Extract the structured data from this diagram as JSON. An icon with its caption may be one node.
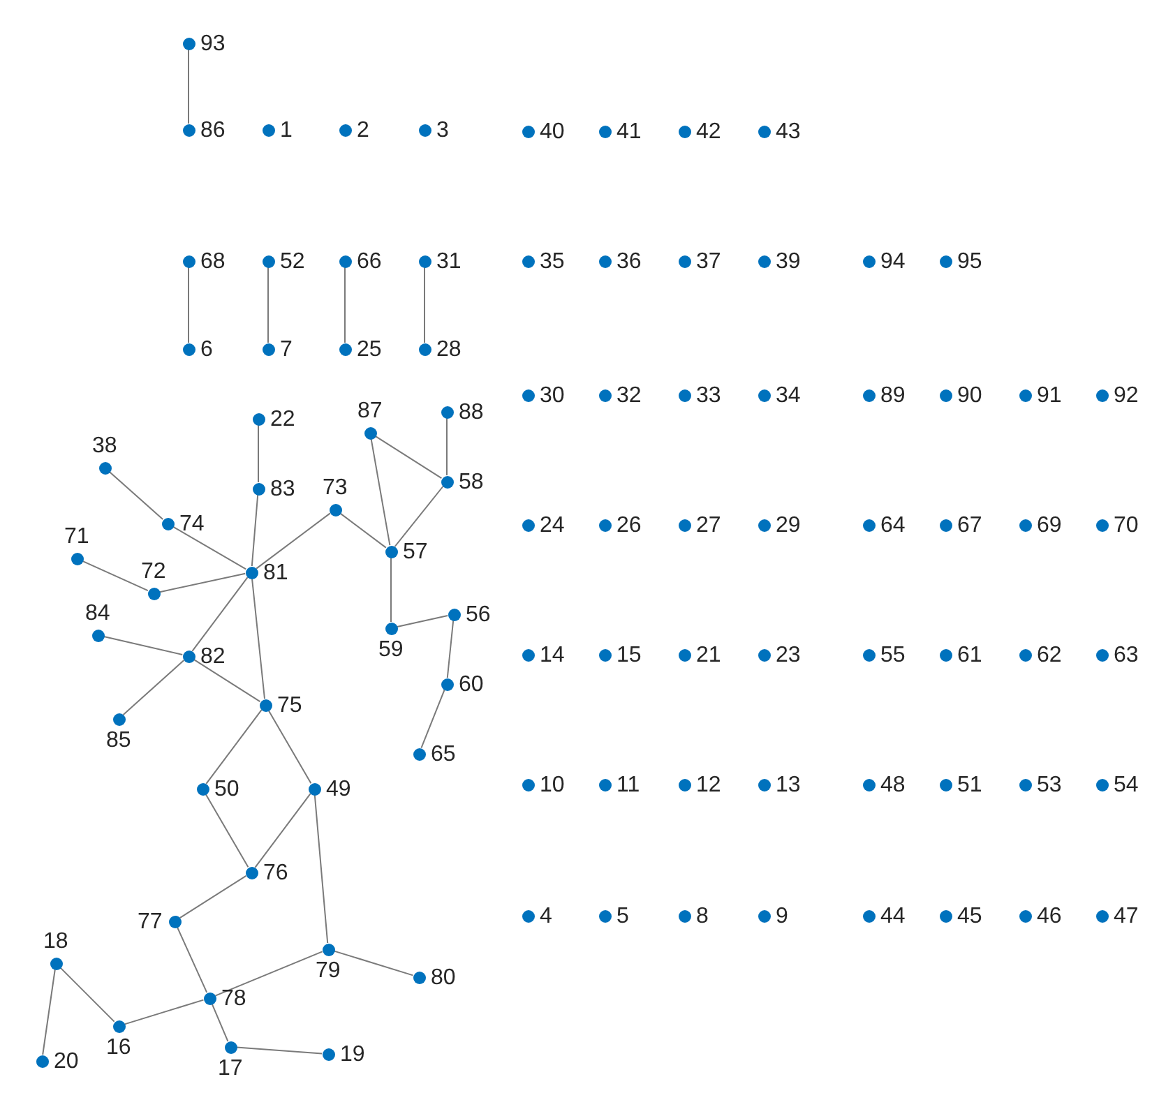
{
  "diagram": {
    "nodes": [
      {
        "text": [],
        "shape": "circle",
        "beside": [
          "1"
        ]
      },
      {
        "text": [],
        "shape": "circle",
        "beside": [
          "2"
        ]
      },
      {
        "text": [],
        "shape": "circle",
        "beside": [
          "3"
        ]
      },
      {
        "text": [],
        "shape": "circle",
        "beside": [
          "4"
        ]
      },
      {
        "text": [],
        "shape": "circle",
        "beside": [
          "5"
        ]
      },
      {
        "text": [],
        "shape": "circle",
        "beside": [
          "6"
        ]
      },
      {
        "text": [],
        "shape": "circle",
        "beside": [
          "7"
        ]
      },
      {
        "text": [],
        "shape": "circle",
        "beside": [
          "8"
        ]
      },
      {
        "text": [],
        "shape": "circle",
        "beside": [
          "9"
        ]
      },
      {
        "text": [],
        "shape": "circle",
        "beside": [
          "10"
        ]
      },
      {
        "text": [],
        "shape": "circle",
        "beside": [
          "11"
        ]
      },
      {
        "text": [],
        "shape": "circle",
        "beside": [
          "12"
        ]
      },
      {
        "text": [],
        "shape": "circle",
        "beside": [
          "13"
        ]
      },
      {
        "text": [],
        "shape": "circle",
        "beside": [
          "14"
        ]
      },
      {
        "text": [],
        "shape": "circle",
        "beside": [
          "15"
        ]
      },
      {
        "text": [],
        "shape": "circle",
        "beside": [
          "16"
        ]
      },
      {
        "text": [],
        "shape": "circle",
        "beside": [
          "17"
        ]
      },
      {
        "text": [],
        "shape": "circle",
        "beside": [
          "18"
        ]
      },
      {
        "text": [],
        "shape": "circle",
        "beside": [
          "19"
        ]
      },
      {
        "text": [],
        "shape": "circle",
        "beside": [
          "20"
        ]
      },
      {
        "text": [],
        "shape": "circle",
        "beside": [
          "21"
        ]
      },
      {
        "text": [],
        "shape": "circle",
        "beside": [
          "22"
        ]
      },
      {
        "text": [],
        "shape": "circle",
        "beside": [
          "23"
        ]
      },
      {
        "text": [],
        "shape": "circle",
        "beside": [
          "24"
        ]
      },
      {
        "text": [],
        "shape": "circle",
        "beside": [
          "25"
        ]
      },
      {
        "text": [],
        "shape": "circle",
        "beside": [
          "26"
        ]
      },
      {
        "text": [],
        "shape": "circle",
        "beside": [
          "27"
        ]
      },
      {
        "text": [],
        "shape": "circle",
        "beside": [
          "28"
        ]
      },
      {
        "text": [],
        "shape": "circle",
        "beside": [
          "29"
        ]
      },
      {
        "text": [],
        "shape": "circle",
        "beside": [
          "30"
        ]
      },
      {
        "text": [],
        "shape": "circle",
        "beside": [
          "31"
        ]
      },
      {
        "text": [],
        "shape": "circle",
        "beside": [
          "32"
        ]
      },
      {
        "text": [],
        "shape": "circle",
        "beside": [
          "33"
        ]
      },
      {
        "text": [],
        "shape": "circle",
        "beside": [
          "34"
        ]
      },
      {
        "text": [],
        "shape": "circle",
        "beside": [
          "35"
        ]
      },
      {
        "text": [],
        "shape": "circle",
        "beside": [
          "36"
        ]
      },
      {
        "text": [],
        "shape": "circle",
        "beside": [
          "37"
        ]
      },
      {
        "text": [],
        "shape": "circle",
        "beside": [
          "38"
        ]
      },
      {
        "text": [],
        "shape": "circle",
        "beside": [
          "39"
        ]
      },
      {
        "text": [],
        "shape": "circle",
        "beside": [
          "40"
        ]
      },
      {
        "text": [],
        "shape": "circle",
        "beside": [
          "41"
        ]
      },
      {
        "text": [],
        "shape": "circle",
        "beside": [
          "42"
        ]
      },
      {
        "text": [],
        "shape": "circle",
        "beside": [
          "43"
        ]
      },
      {
        "text": [],
        "shape": "circle",
        "beside": [
          "44"
        ]
      },
      {
        "text": [],
        "shape": "circle",
        "beside": [
          "45"
        ]
      },
      {
        "text": [],
        "shape": "circle",
        "beside": [
          "46"
        ]
      },
      {
        "text": [],
        "shape": "circle",
        "beside": [
          "47"
        ]
      },
      {
        "text": [],
        "shape": "circle",
        "beside": [
          "48"
        ]
      },
      {
        "text": [],
        "shape": "circle",
        "beside": [
          "49"
        ]
      },
      {
        "text": [],
        "shape": "circle",
        "beside": [
          "50"
        ]
      },
      {
        "text": [],
        "shape": "circle",
        "beside": [
          "51"
        ]
      },
      {
        "text": [],
        "shape": "circle",
        "beside": [
          "52"
        ]
      },
      {
        "text": [],
        "shape": "circle",
        "beside": [
          "53"
        ]
      },
      {
        "text": [],
        "shape": "circle",
        "beside": [
          "54"
        ]
      },
      {
        "text": [],
        "shape": "circle",
        "beside": [
          "55"
        ]
      },
      {
        "text": [],
        "shape": "circle",
        "beside": [
          "56"
        ]
      },
      {
        "text": [],
        "shape": "circle",
        "beside": [
          "57"
        ]
      },
      {
        "text": [],
        "shape": "circle",
        "beside": [
          "58"
        ]
      },
      {
        "text": [],
        "shape": "circle",
        "beside": [
          "59"
        ]
      },
      {
        "text": [],
        "shape": "circle",
        "beside": [
          "60"
        ]
      },
      {
        "text": [],
        "shape": "circle",
        "beside": [
          "61"
        ]
      },
      {
        "text": [],
        "shape": "circle",
        "beside": [
          "62"
        ]
      },
      {
        "text": [],
        "shape": "circle",
        "beside": [
          "63"
        ]
      },
      {
        "text": [],
        "shape": "circle",
        "beside": [
          "64"
        ]
      },
      {
        "text": [],
        "shape": "circle",
        "beside": [
          "65"
        ]
      },
      {
        "text": [],
        "shape": "circle",
        "beside": [
          "66"
        ]
      },
      {
        "text": [],
        "shape": "circle",
        "beside": [
          "67"
        ]
      },
      {
        "text": [],
        "shape": "circle",
        "beside": [
          "68"
        ]
      },
      {
        "text": [],
        "shape": "circle",
        "beside": [
          "69"
        ]
      },
      {
        "text": [],
        "shape": "circle",
        "beside": [
          "70"
        ]
      },
      {
        "text": [],
        "shape": "circle",
        "beside": [
          "71"
        ]
      },
      {
        "text": [],
        "shape": "circle",
        "beside": [
          "72"
        ]
      },
      {
        "text": [],
        "shape": "circle",
        "beside": [
          "73"
        ]
      },
      {
        "text": [],
        "shape": "circle",
        "beside": [
          "74"
        ]
      },
      {
        "text": [],
        "shape": "circle",
        "beside": [
          "75"
        ]
      },
      {
        "text": [],
        "shape": "circle",
        "beside": [
          "76"
        ]
      },
      {
        "text": [],
        "shape": "circle",
        "beside": [
          "77"
        ]
      },
      {
        "text": [],
        "shape": "circle",
        "beside": [
          "78"
        ]
      },
      {
        "text": [],
        "shape": "circle",
        "beside": [
          "79"
        ]
      },
      {
        "text": [],
        "shape": "circle",
        "beside": [
          "80"
        ]
      },
      {
        "text": [],
        "shape": "circle",
        "beside": [
          "81"
        ]
      },
      {
        "text": [],
        "shape": "circle",
        "beside": [
          "82"
        ]
      },
      {
        "text": [],
        "shape": "circle",
        "beside": [
          "83"
        ]
      },
      {
        "text": [],
        "shape": "circle",
        "beside": [
          "84"
        ]
      },
      {
        "text": [],
        "shape": "circle",
        "beside": [
          "85"
        ]
      },
      {
        "text": [],
        "shape": "circle",
        "beside": [
          "86"
        ]
      },
      {
        "text": [],
        "shape": "circle",
        "beside": [
          "87"
        ]
      },
      {
        "text": [],
        "shape": "circle",
        "beside": [
          "88"
        ]
      },
      {
        "text": [],
        "shape": "circle",
        "beside": [
          "89"
        ]
      },
      {
        "text": [],
        "shape": "circle",
        "beside": [
          "90"
        ]
      },
      {
        "text": [],
        "shape": "circle",
        "beside": [
          "91"
        ]
      },
      {
        "text": [],
        "shape": "circle",
        "beside": [
          "92"
        ]
      },
      {
        "text": [],
        "shape": "circle",
        "beside": [
          "93"
        ]
      },
      {
        "text": [],
        "shape": "circle",
        "beside": [
          "94"
        ]
      },
      {
        "text": [],
        "shape": "circle",
        "beside": [
          "95"
        ]
      }
    ],
    "edges": [
      {
        "from": 92,
        "to": 85,
        "arrow": "none"
      },
      {
        "from": 67,
        "to": 5,
        "arrow": "none"
      },
      {
        "from": 51,
        "to": 6,
        "arrow": "none"
      },
      {
        "from": 65,
        "to": 24,
        "arrow": "none"
      },
      {
        "from": 30,
        "to": 27,
        "arrow": "none"
      },
      {
        "from": 21,
        "to": 82,
        "arrow": "none"
      },
      {
        "from": 37,
        "to": 73,
        "arrow": "none"
      },
      {
        "from": 70,
        "to": 71,
        "arrow": "none"
      },
      {
        "from": 71,
        "to": 80,
        "arrow": "none"
      },
      {
        "from": 72,
        "to": 80,
        "arrow": "none"
      },
      {
        "from": 73,
        "to": 80,
        "arrow": "none"
      },
      {
        "from": 82,
        "to": 80,
        "arrow": "none"
      },
      {
        "from": 83,
        "to": 81,
        "arrow": "none"
      },
      {
        "from": 84,
        "to": 81,
        "arrow": "none"
      },
      {
        "from": 81,
        "to": 80,
        "arrow": "none"
      },
      {
        "from": 72,
        "to": 56,
        "arrow": "none"
      },
      {
        "from": 86,
        "to": 56,
        "arrow": "none"
      },
      {
        "from": 86,
        "to": 57,
        "arrow": "none"
      },
      {
        "from": 87,
        "to": 57,
        "arrow": "none"
      },
      {
        "from": 57,
        "to": 56,
        "arrow": "none"
      },
      {
        "from": 56,
        "to": 58,
        "arrow": "none"
      },
      {
        "from": 58,
        "to": 55,
        "arrow": "none"
      },
      {
        "from": 55,
        "to": 59,
        "arrow": "none"
      },
      {
        "from": 59,
        "to": 64,
        "arrow": "none"
      },
      {
        "from": 80,
        "to": 74,
        "arrow": "none"
      },
      {
        "from": 81,
        "to": 74,
        "arrow": "none"
      },
      {
        "from": 74,
        "to": 49,
        "arrow": "none"
      },
      {
        "from": 74,
        "to": 48,
        "arrow": "none"
      },
      {
        "from": 49,
        "to": 75,
        "arrow": "none"
      },
      {
        "from": 48,
        "to": 75,
        "arrow": "none"
      },
      {
        "from": 48,
        "to": 78,
        "arrow": "none"
      },
      {
        "from": 75,
        "to": 76,
        "arrow": "none"
      },
      {
        "from": 76,
        "to": 77,
        "arrow": "none"
      },
      {
        "from": 77,
        "to": 78,
        "arrow": "none"
      },
      {
        "from": 77,
        "to": 15,
        "arrow": "none"
      },
      {
        "from": 77,
        "to": 16,
        "arrow": "none"
      },
      {
        "from": 78,
        "to": 79,
        "arrow": "none"
      },
      {
        "from": 15,
        "to": 17,
        "arrow": "none"
      },
      {
        "from": 16,
        "to": 18,
        "arrow": "none"
      },
      {
        "from": 17,
        "to": 19,
        "arrow": "none"
      }
    ]
  }
}
